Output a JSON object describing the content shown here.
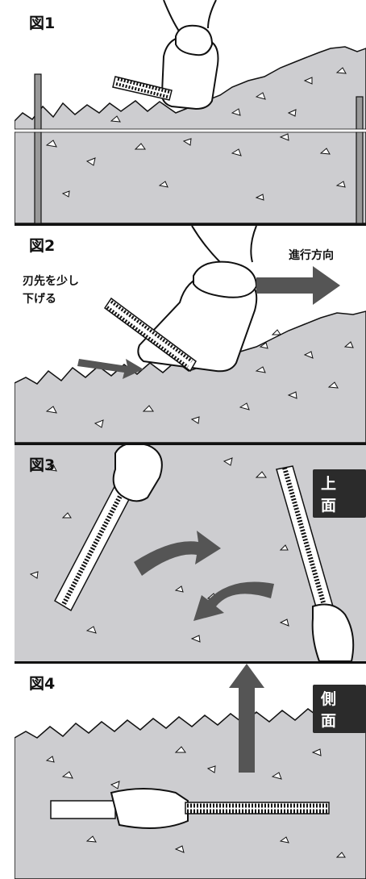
{
  "panels": [
    {
      "label": "図1"
    },
    {
      "label": "図2",
      "caption_lines": [
        "刃先を少し",
        "下げる"
      ],
      "direction_label": "進行方向"
    },
    {
      "label": "図3",
      "badge": "上面"
    },
    {
      "label": "図4",
      "badge": "側面"
    }
  ],
  "colors": {
    "hedge": "#cdcdd0",
    "arrow": "#555555",
    "line": "#111111",
    "badge_bg": "#2b2b2b"
  }
}
